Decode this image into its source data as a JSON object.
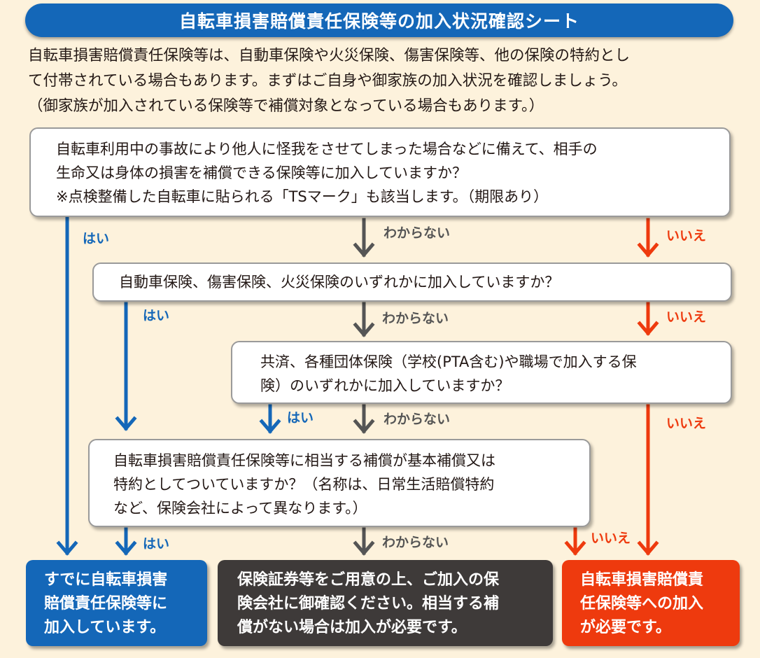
{
  "title": "自転車損害賠償責任保険等の加入状況確認シート",
  "intro": [
    "自転車損害賠償責任保険等は、自動車保険や火災保険、傷害保険等、他の保険の特約とし",
    "て付帯されている場合もあります。まずはご自身や御家族の加入状況を確認しましょう。",
    "（御家族が加入されている保険等で補償対象となっている場合もあります。）"
  ],
  "questions": {
    "q1": [
      "自転車利用中の事故により他人に怪我をさせてしまった場合などに備えて、相手の",
      "生命又は身体の損害を補償できる保険等に加入していますか？",
      "※点検整備した自転車に貼られる「TSマーク」も該当します。（期限あり）"
    ],
    "q2": [
      "自動車保険、傷害保険、火災保険のいずれかに加入していますか？"
    ],
    "q3": [
      "共済、各種団体保険（学校(PTA含む)や職場で加入する保",
      "険）のいずれかに加入していますか？"
    ],
    "q4": [
      "自転車損害賠償責任保険等に相当する補償が基本補償又は",
      "特約としてついていますか？（名称は、日常生活賠償特約",
      "など、保険会社によって異なります。）"
    ]
  },
  "labels": {
    "yes": "はい",
    "unknown": "わからない",
    "no": "いいえ"
  },
  "results": {
    "enrolled": [
      "すでに自転車損害",
      "賠償責任保険等に",
      "加入しています。"
    ],
    "check": [
      "保険証券等をご用意の上、ご加入の保",
      "険会社に御確認ください。相当する補",
      "償がない場合は加入が必要です。"
    ],
    "required": [
      "自転車損害賠償責",
      "任保険等への加入",
      "が必要です。"
    ]
  },
  "colors": {
    "yes": "#1467b8",
    "unknown": "#555555",
    "no": "#ee3a0e",
    "background": "#fdf2dc"
  }
}
